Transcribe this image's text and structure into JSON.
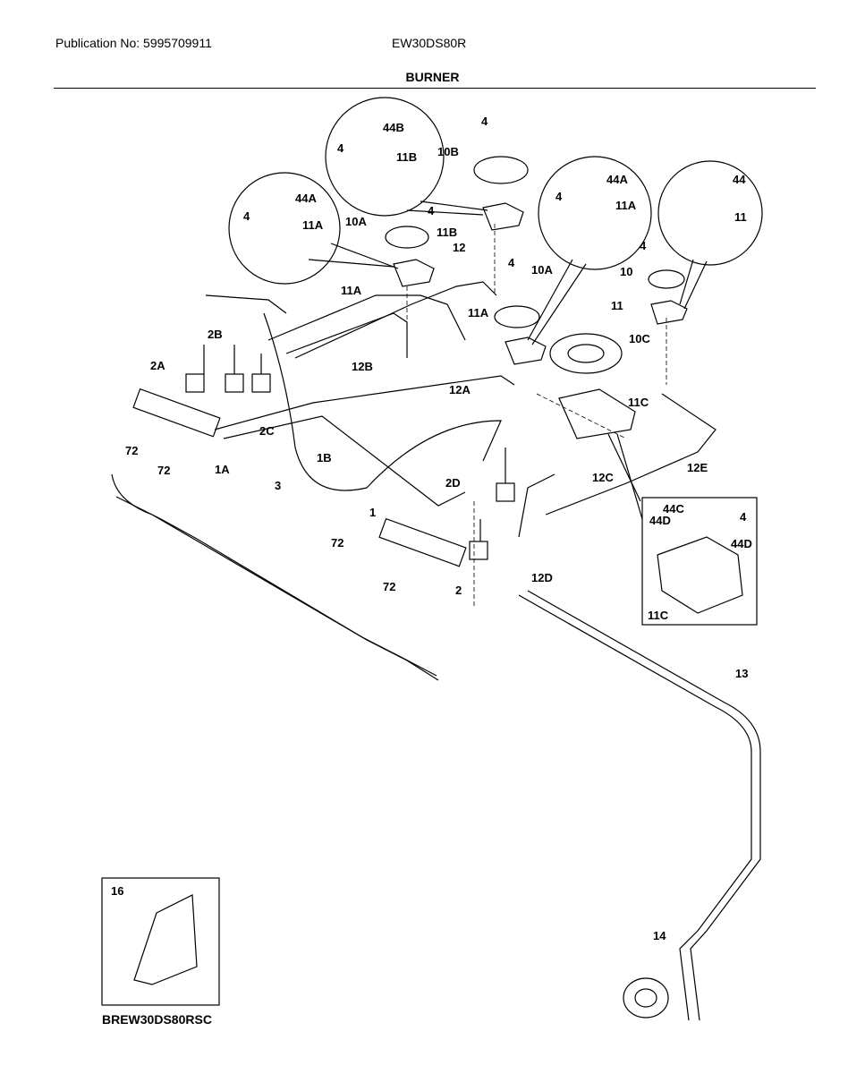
{
  "header": {
    "publication": "Publication No: 5995709911",
    "model": "EW30DS80R"
  },
  "title": "BURNER",
  "callouts": [
    "44B",
    "4",
    "11B",
    "10B",
    "44A",
    "4",
    "11A",
    "10A",
    "4",
    "11B",
    "4",
    "44A",
    "11A",
    "4",
    "44",
    "11",
    "12",
    "11A",
    "4",
    "10A",
    "4",
    "10",
    "11",
    "11A",
    "10C",
    "2B",
    "2A",
    "12B",
    "12A",
    "11C",
    "72",
    "72",
    "1A",
    "2C",
    "1B",
    "3",
    "12E",
    "2D",
    "12C",
    "1",
    "72",
    "72",
    "2",
    "12D",
    "44C",
    "4",
    "44D",
    "44D",
    "11C",
    "13",
    "16",
    "14"
  ],
  "inset_model": "BREW30DS80RSC"
}
